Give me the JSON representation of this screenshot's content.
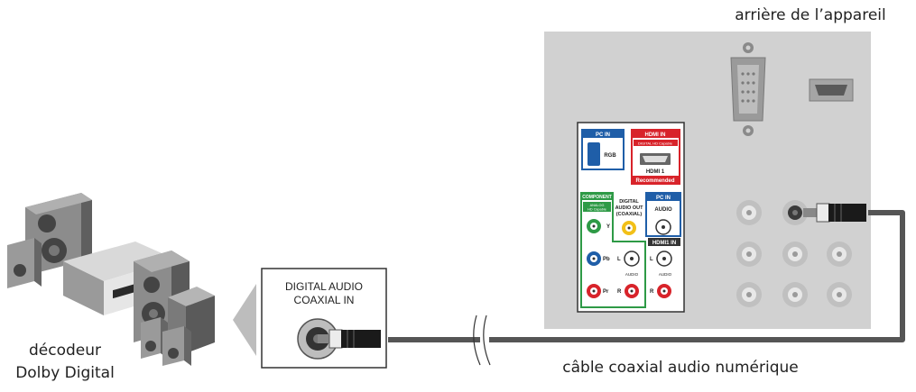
{
  "labels": {
    "device_back": "arrière de l’appareil",
    "decoder_line1": "décodeur",
    "decoder_line2": "Dolby Digital",
    "cable": "câble coaxial audio numérique",
    "input_line1": "DIGITAL AUDIO",
    "input_line2": "COAXIAL IN"
  },
  "panel": {
    "pc_in": "PC IN",
    "rgb": "RGB",
    "hdmi_in": "HDMI IN",
    "hdmi_sub": "DIGITAL HD Capable",
    "hdmi1": "HDMI 1",
    "recommended": "Recommended",
    "component": "COMPONENT",
    "component_sub1": "ANALOG",
    "component_sub2": "HD Capable",
    "y": "Y",
    "pb": "Pb",
    "pr": "Pr",
    "l": "L",
    "r": "R",
    "audio": "AUDIO",
    "digital_line1": "DIGITAL",
    "digital_line2": "AUDIO OUT",
    "digital_line3": "(COAXIAL)",
    "pc_in_audio_title": "PC IN",
    "pc_in_audio": "AUDIO",
    "hdmi1_in": "HDMI1 IN"
  },
  "colors": {
    "panel_bg": "#d1d1d1",
    "blue": "#1f5ea8",
    "red": "#d8232a",
    "green": "#2e9a46",
    "yellow": "#f2c018",
    "cable": "#555555"
  }
}
